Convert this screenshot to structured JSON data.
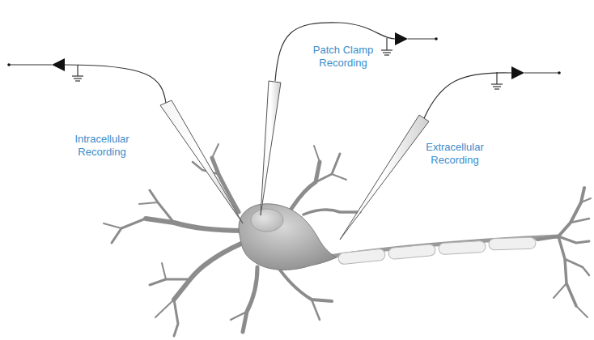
{
  "diagram": {
    "labels": [
      "Intracellular Recording",
      "Patch Clamp Recording",
      "Extracellular Recording"
    ]
  }
}
